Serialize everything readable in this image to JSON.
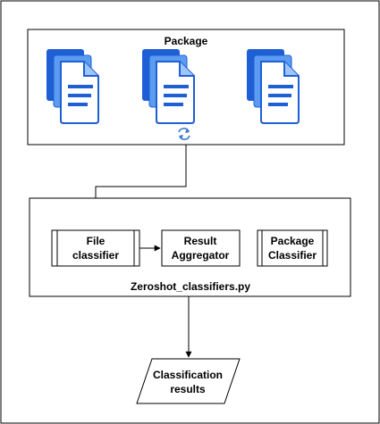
{
  "colors": {
    "doc_dark": "#1f5fd6",
    "doc_mid": "#5b9cf0",
    "doc_light": "#9ec4fb",
    "doc_page": "#ffffff",
    "doc_lines": "#1f5fd6",
    "stroke": "#000000",
    "refresh": "#3a78c9"
  },
  "icons": {
    "document_stack": "document-stack-icon",
    "refresh": "refresh-icon"
  },
  "diagram": {
    "package": {
      "title": "Package"
    },
    "zeroshot": {
      "title": "Zeroshot_classifiers.py",
      "file_classifier": {
        "line1": "File",
        "line2": "classifier"
      },
      "result_aggregator": {
        "line1": "Result",
        "line2": "Aggregator"
      },
      "package_classifier": {
        "line1": "Package",
        "line2": "Classifier"
      }
    },
    "output": {
      "line1": "Classification",
      "line2": "results"
    }
  }
}
